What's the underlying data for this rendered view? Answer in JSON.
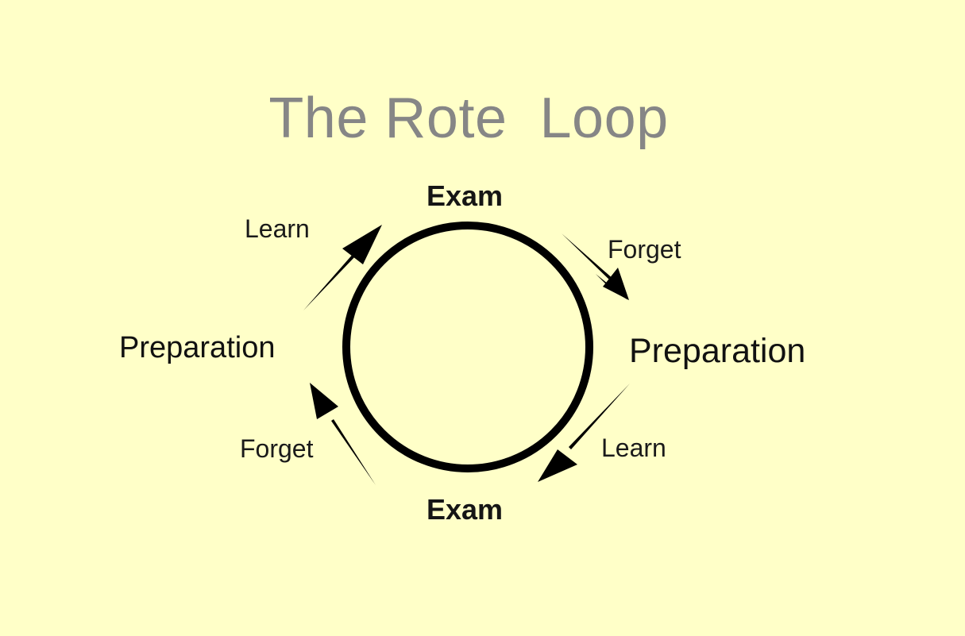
{
  "title": "The Rote  Loop",
  "nodes": {
    "exam_top": "Exam",
    "exam_bottom": "Exam",
    "preparation_left": "Preparation",
    "preparation_right": "Preparation"
  },
  "transitions": {
    "learn_top_left": "Learn",
    "forget_top_right": "Forget",
    "learn_bottom_right": "Learn",
    "forget_bottom_left": "Forget"
  },
  "colors": {
    "background": "#ffffc8",
    "title": "#868686",
    "ink": "#111111"
  }
}
